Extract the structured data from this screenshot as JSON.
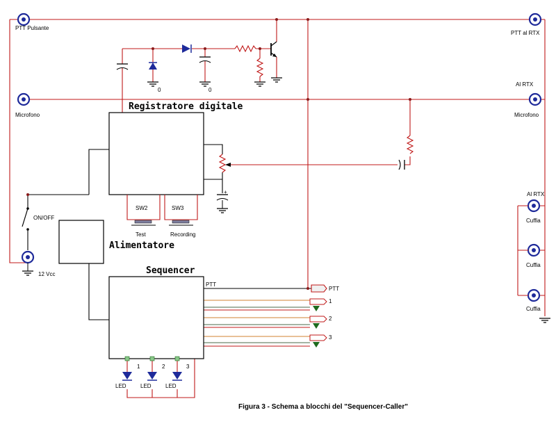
{
  "labels": {
    "ptt_pulsante": "PTT Pulsante",
    "ptt_al_rtx": "PTT al RTX",
    "microfono_left": "Microfono",
    "al_rtx_mic": "Al RTX",
    "microfono_right": "Microfono",
    "on_off": "ON/OFF",
    "supply": "12 Vcc",
    "al_rtx_cuffia": "Al RTX",
    "cuffia_1": "Cuffia",
    "cuffia_2": "Cuffia",
    "cuffia_3": "Cuffia",
    "ground_zero_1": "0",
    "ground_zero_2": "0",
    "cap_plus": "+",
    "ptt_line": "PTT",
    "ptt_out": "PTT"
  },
  "blocks": {
    "registratore": "Registratore digitale",
    "alimentatore": "Alimentatore",
    "sequencer": "Sequencer"
  },
  "switches": [
    {
      "code": "SW2",
      "name": "Test"
    },
    {
      "code": "SW3",
      "name": "Recording"
    }
  ],
  "outputs": [
    "1",
    "2",
    "3"
  ],
  "leds": [
    {
      "num": "1",
      "label": "LED"
    },
    {
      "num": "2",
      "label": "LED"
    },
    {
      "num": "3",
      "label": "LED"
    }
  ],
  "caption": "Figura 3 - Schema a blocchi del \"Sequencer-Caller\"",
  "colors": {
    "wire_red": "#c01818",
    "wire_green": "#4a6a4a",
    "wire_orange": "#d08030",
    "jack_blue": "#1e2a9a",
    "connector_green": "#1e6a1e"
  }
}
